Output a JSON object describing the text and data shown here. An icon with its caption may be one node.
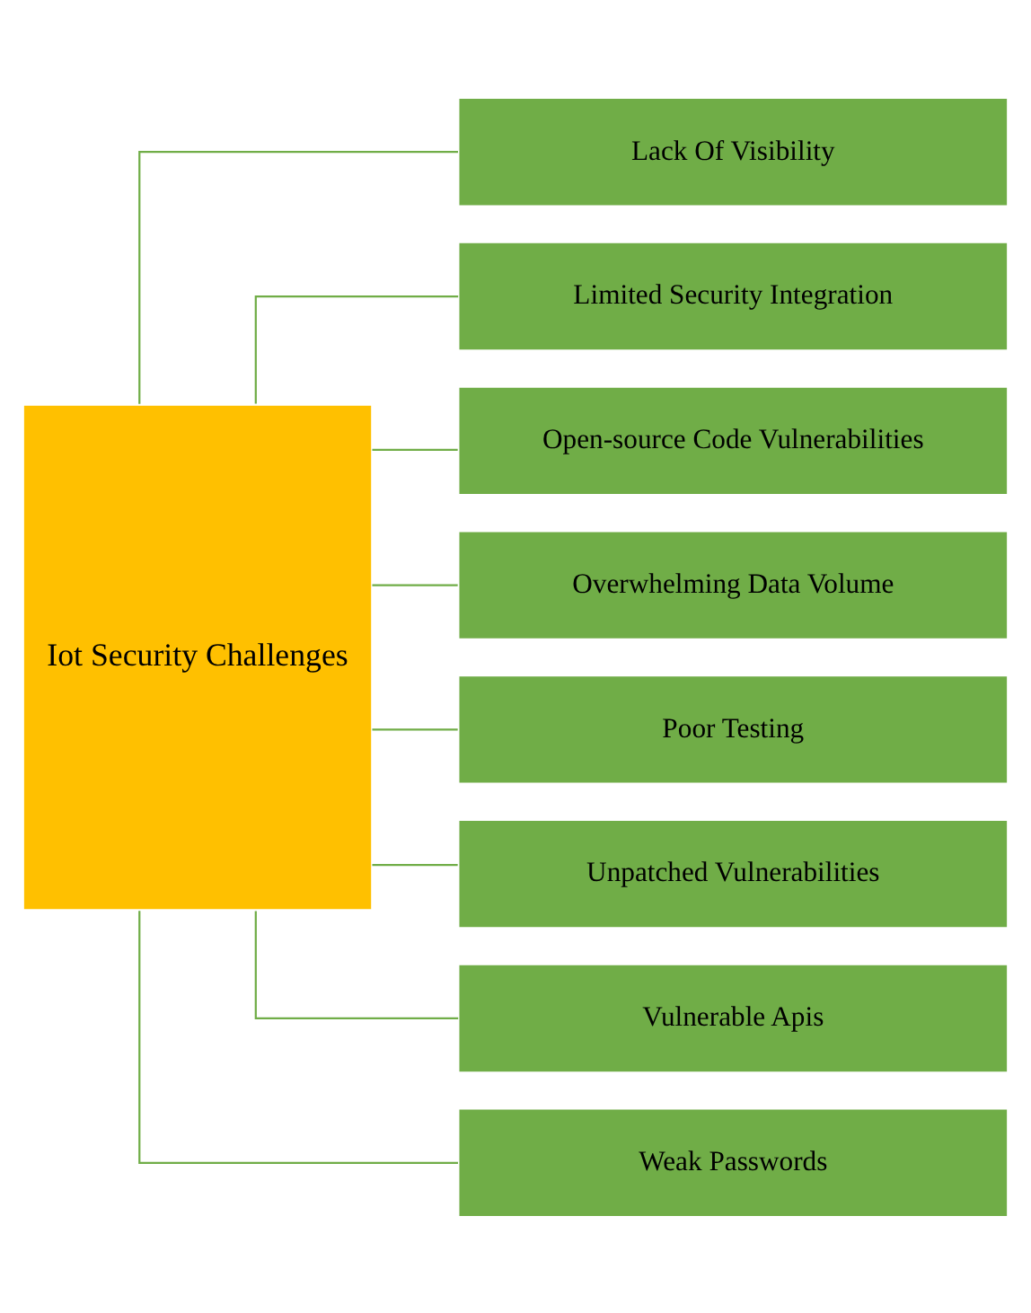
{
  "diagram": {
    "nodes": [
      {
        "text": [
          "Iot Security Challenges"
        ]
      },
      {
        "text": [
          "Lack Of Visibility"
        ]
      },
      {
        "text": [
          "Limited Security Integration"
        ]
      },
      {
        "text": [
          "Open-source Code Vulnerabilities"
        ]
      },
      {
        "text": [
          "Overwhelming Data Volume"
        ]
      },
      {
        "text": [
          "Poor Testing"
        ]
      },
      {
        "text": [
          "Unpatched Vulnerabilities"
        ]
      },
      {
        "text": [
          "Vulnerable Apis"
        ]
      },
      {
        "text": [
          "Weak Passwords"
        ]
      }
    ],
    "edges": [
      {
        "from": 0,
        "to": 1,
        "arrow": "none"
      },
      {
        "from": 0,
        "to": 2,
        "arrow": "none"
      },
      {
        "from": 0,
        "to": 3,
        "arrow": "none"
      },
      {
        "from": 0,
        "to": 4,
        "arrow": "none"
      },
      {
        "from": 0,
        "to": 5,
        "arrow": "none"
      },
      {
        "from": 0,
        "to": 6,
        "arrow": "none"
      },
      {
        "from": 0,
        "to": 7,
        "arrow": "none"
      },
      {
        "from": 0,
        "to": 8,
        "arrow": "none"
      }
    ]
  }
}
